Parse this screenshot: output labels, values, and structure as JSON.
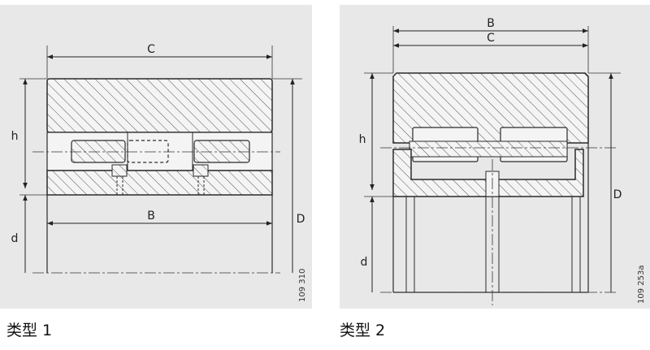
{
  "type1": {
    "caption": "类型 1",
    "labels": {
      "C": "C",
      "B": "B",
      "h": "h",
      "d": "d",
      "D": "D"
    },
    "drawing_no": "109 310"
  },
  "type2": {
    "caption": "类型 2",
    "labels": {
      "B": "B",
      "C": "C",
      "h": "h",
      "d": "d",
      "D": "D"
    },
    "drawing_no": "109 253a"
  },
  "colors": {
    "panel_bg": "#e8e8e8",
    "line": "#2a2a2a",
    "hatch": "#555555",
    "body": "#f4f4f4"
  }
}
